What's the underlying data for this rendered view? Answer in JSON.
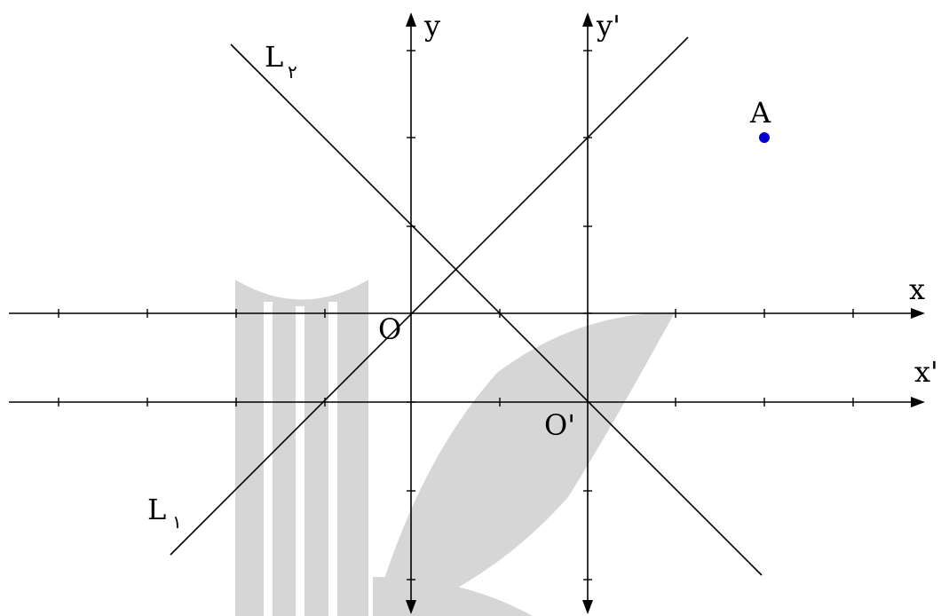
{
  "axes": {
    "x_label": "x",
    "y_label": "y",
    "x_prime_label": "x'",
    "y_prime_label": "y'",
    "origin_label": "O",
    "origin_prime_label": "O'"
  },
  "lines": {
    "L1": {
      "label_main": "L",
      "label_sub": "١",
      "slope": 1,
      "intercept": 0
    },
    "L2": {
      "label_main": "L",
      "label_sub": "٢",
      "slope": -1,
      "intercept": 1
    }
  },
  "point": {
    "label": "A",
    "x": 4,
    "y": 2,
    "color": "#0000cc"
  },
  "translated_origin": {
    "x": 2,
    "y": -1
  },
  "colors": {
    "stroke": "#000000",
    "watermark": "#d6d6d6"
  }
}
